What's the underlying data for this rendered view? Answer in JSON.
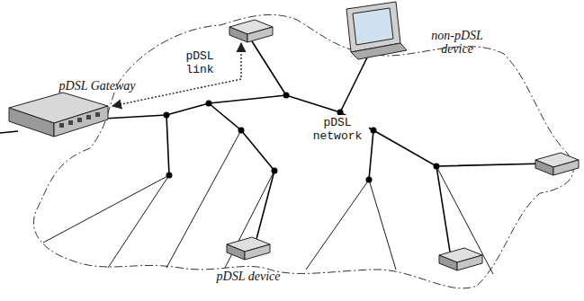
{
  "diagram": {
    "nodes": [
      {
        "text": [
          "pDSL Gateway"
        ]
      },
      {
        "text": [
          "non-pDSL device"
        ]
      },
      {
        "text": [
          "pDSL device"
        ]
      }
    ],
    "labels": [
      "pDSL link",
      "pDSL network"
    ]
  }
}
